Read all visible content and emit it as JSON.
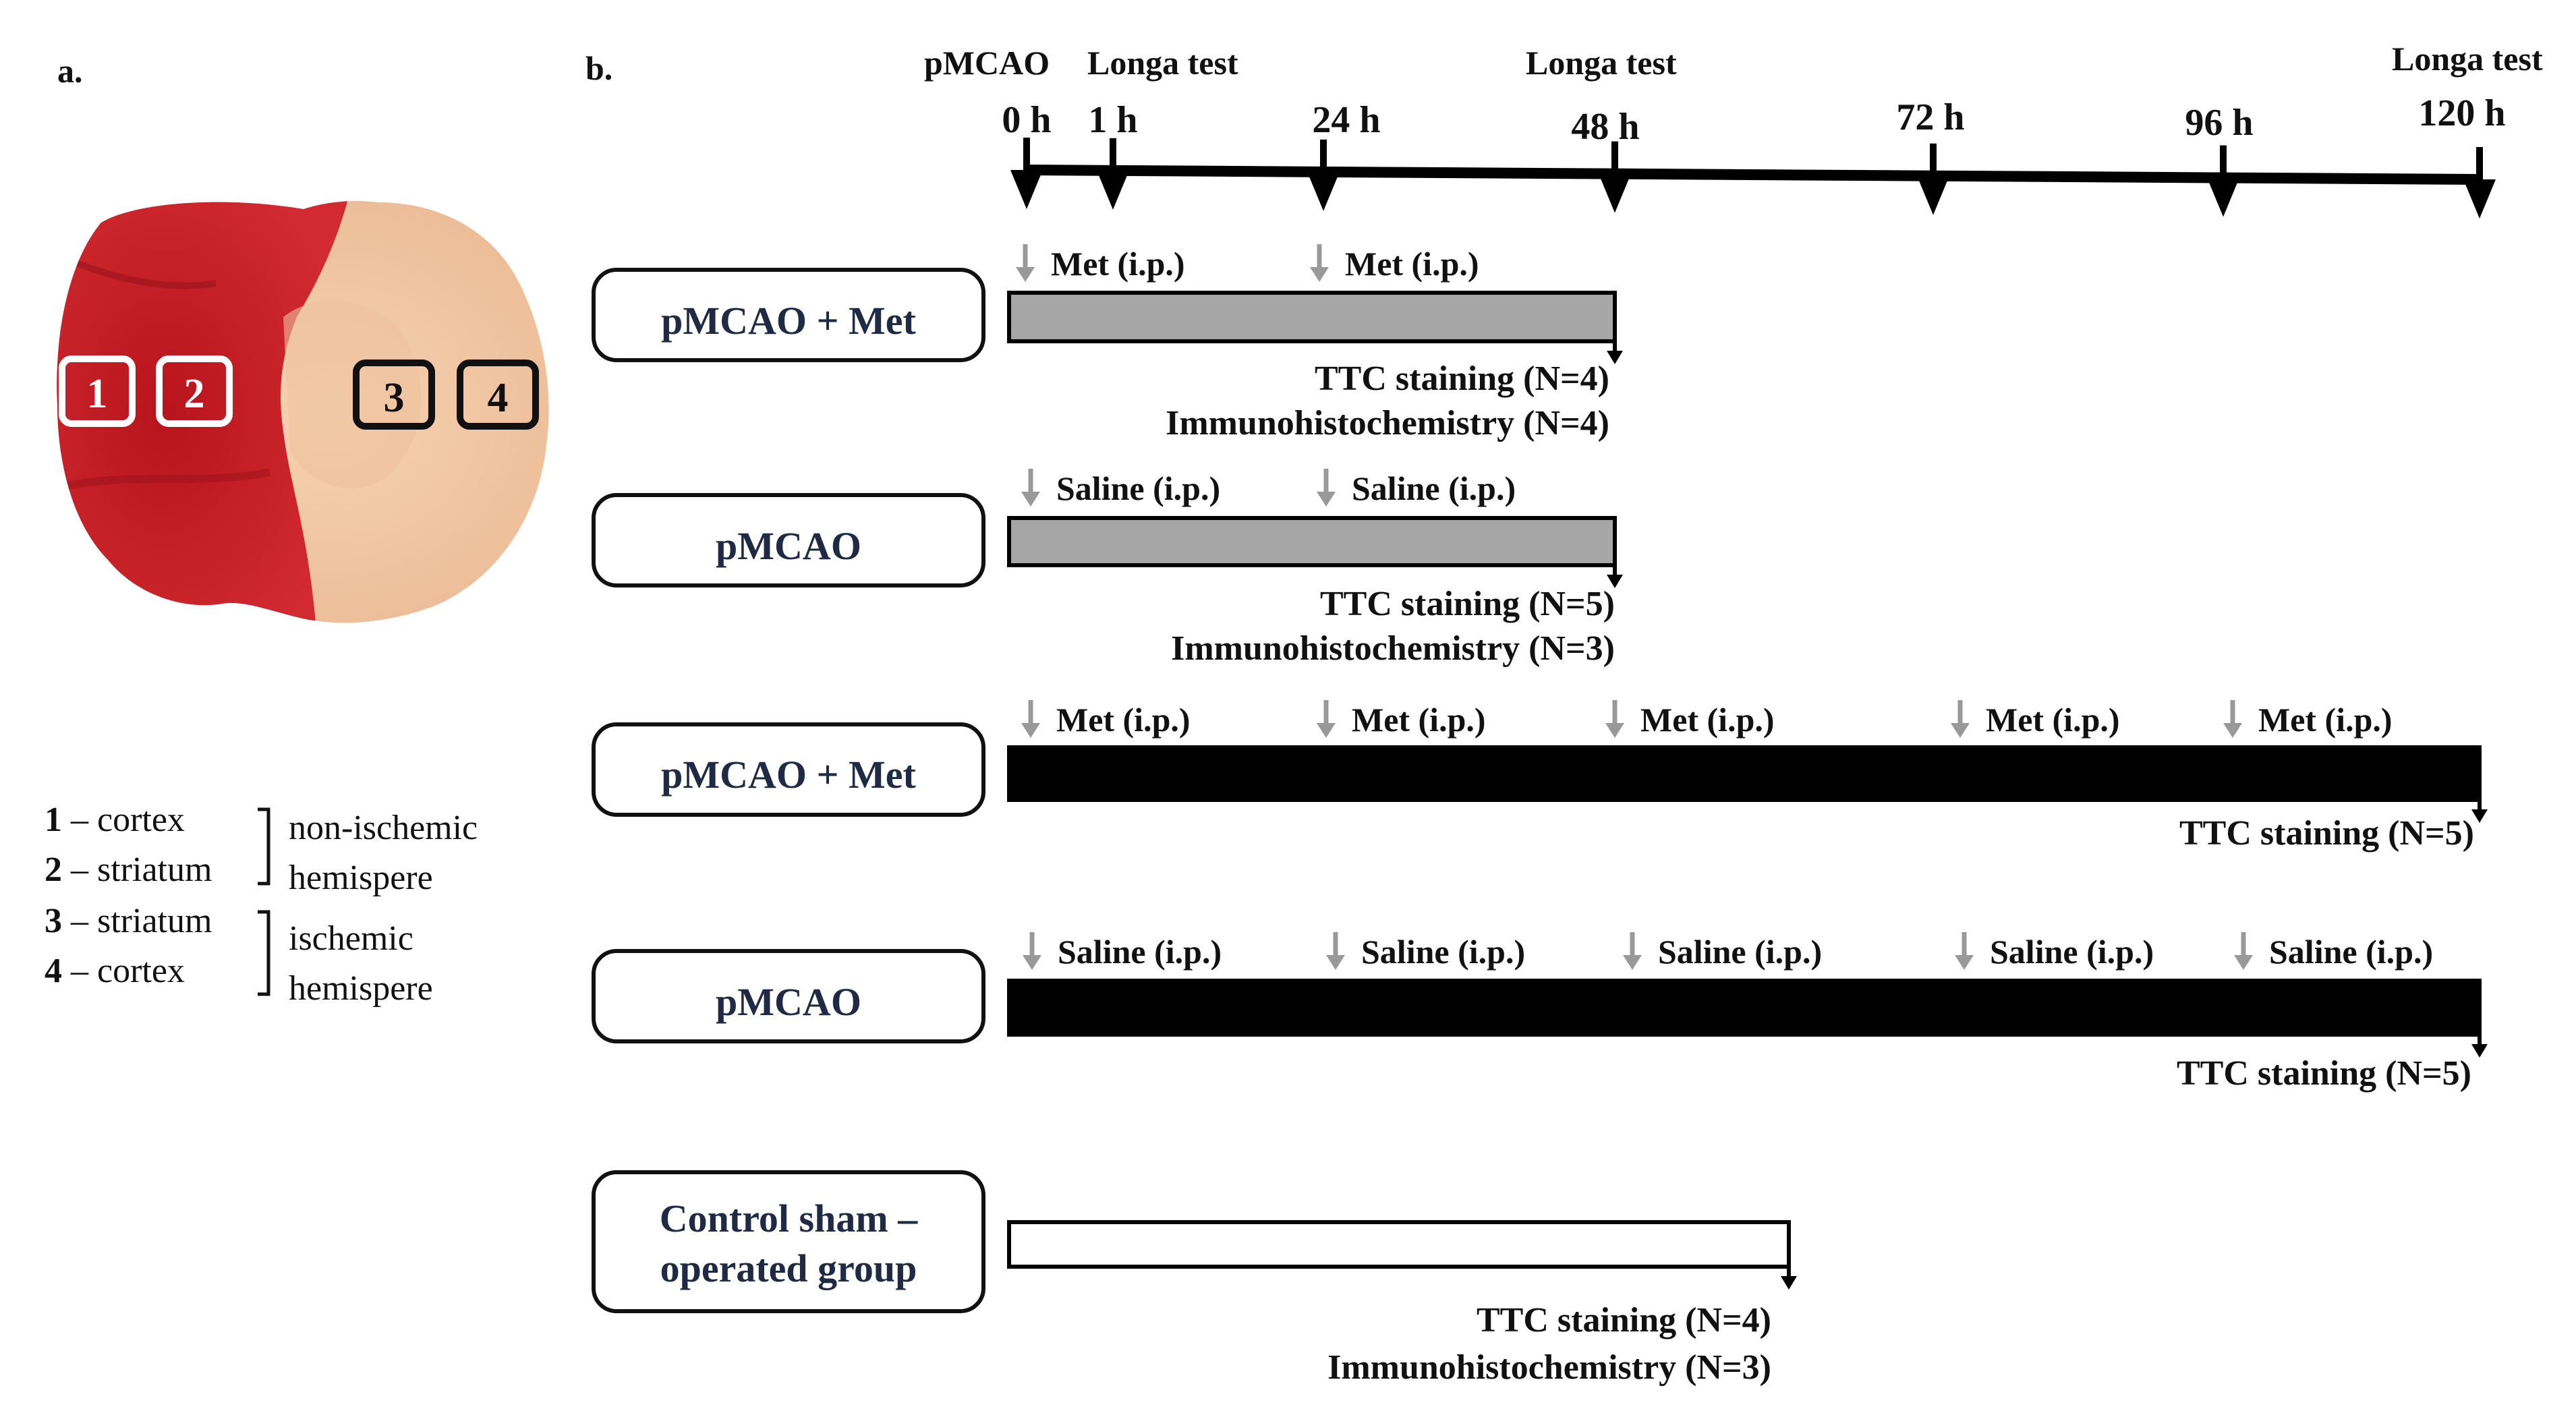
{
  "panel_a": {
    "label": "a.",
    "box_numbers": [
      "1",
      "2",
      "3",
      "4"
    ],
    "legend": [
      {
        "num": "1",
        "text": " – cortex"
      },
      {
        "num": "2",
        "text": " – striatum"
      },
      {
        "num": "3",
        "text": " – striatum"
      },
      {
        "num": "4",
        "text": " – cortex"
      }
    ],
    "group_labels": [
      {
        "line1": "non-ischemic",
        "line2": "hemispere"
      },
      {
        "line1": "ischemic",
        "line2": "hemispere"
      }
    ]
  },
  "panel_b": {
    "label": "b.",
    "top_labels": {
      "pmcao": "pMCAO",
      "longa_1": "Longa test",
      "longa_2": "Longa test",
      "longa_3": "Longa test"
    },
    "timepoints": [
      "0 h",
      "1 h",
      "24 h",
      "48 h",
      "72 h",
      "96 h",
      "120 h"
    ],
    "groups": [
      {
        "box_lines": [
          "pMCAO + Met"
        ],
        "fill": "#a6a6a6",
        "injections": [
          "Met (i.p.)",
          "Met (i.p.)"
        ],
        "outcomes": [
          "TTC staining (N=4)",
          "Immunohistochemistry (N=4)"
        ]
      },
      {
        "box_lines": [
          "pMCAO"
        ],
        "fill": "#a6a6a6",
        "injections": [
          "Saline (i.p.)",
          "Saline (i.p.)"
        ],
        "outcomes": [
          "TTC staining (N=5)",
          "Immunohistochemistry (N=3)"
        ]
      },
      {
        "box_lines": [
          "pMCAO + Met"
        ],
        "fill": "#000000",
        "injections": [
          "Met (i.p.)",
          "Met (i.p.)",
          "Met (i.p.)",
          "Met (i.p.)",
          "Met (i.p.)"
        ],
        "outcomes": [
          "TTC staining (N=5)"
        ]
      },
      {
        "box_lines": [
          "pMCAO"
        ],
        "fill": "#000000",
        "injections": [
          "Saline (i.p.)",
          "Saline (i.p.)",
          "Saline (i.p.)",
          "Saline (i.p.)",
          "Saline (i.p.)"
        ],
        "outcomes": [
          "TTC staining (N=5)"
        ]
      },
      {
        "box_lines": [
          "Control sham –",
          "operated group"
        ],
        "fill": "#ffffff",
        "injections": [],
        "outcomes": [
          "TTC staining (N=4)",
          "Immunohistochemistry (N=3)"
        ]
      }
    ]
  },
  "colors": {
    "brain_red": "#c01a24",
    "brain_pale": "#f2c7a4",
    "text_navy": "#1f2a44",
    "injection_arrow": "#999999"
  }
}
